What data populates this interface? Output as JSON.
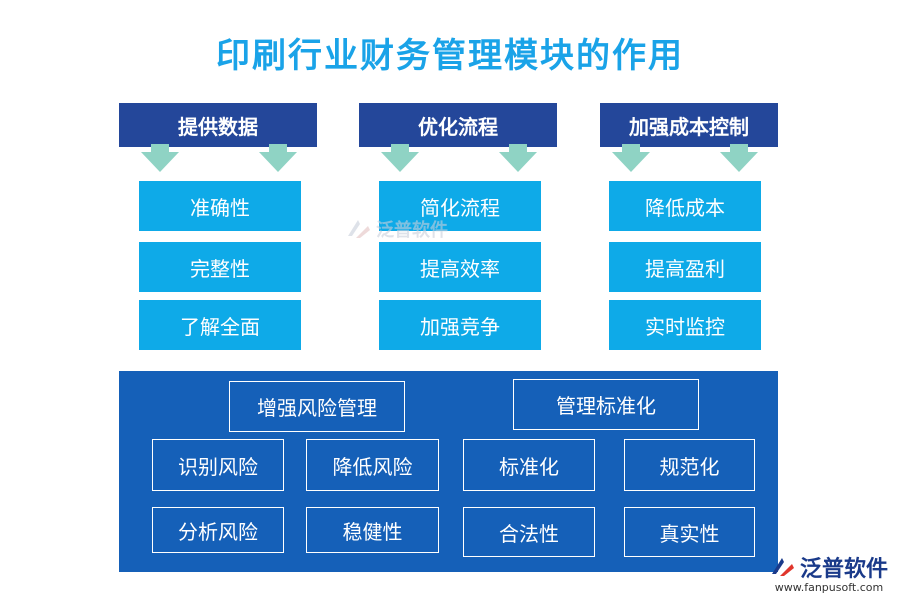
{
  "title": "印刷行业财务管理模块的作用",
  "columns": [
    {
      "header": "提供数据",
      "items": [
        "准确性",
        "完整性",
        "了解全面"
      ]
    },
    {
      "header": "优化流程",
      "items": [
        "简化流程",
        "提高效率",
        "加强竞争"
      ]
    },
    {
      "header": "加强成本控制",
      "items": [
        "降低成本",
        "提高盈利",
        "实时监控"
      ]
    }
  ],
  "bottom": {
    "group_left": {
      "header": "增强风险管理",
      "items": [
        "识别风险",
        "降低风险",
        "分析风险",
        "稳健性"
      ]
    },
    "group_right": {
      "header": "管理标准化",
      "items": [
        "标准化",
        "规范化",
        "合法性",
        "真实性"
      ]
    }
  },
  "watermark": {
    "brand": "泛普软件",
    "url": "www.fanpusoft.com"
  },
  "colors": {
    "title": "#1aa3e8",
    "header": "#24479a",
    "item": "#0eaae8",
    "panel": "#1560b8",
    "arrow": "#8fd3c4"
  }
}
